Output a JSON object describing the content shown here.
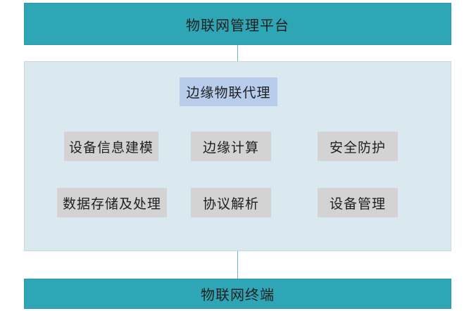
{
  "platform": {
    "label": "物联网管理平台"
  },
  "edge_agent": {
    "title": "边缘物联代理",
    "modules": [
      {
        "label": "设备信息建模"
      },
      {
        "label": "边缘计算"
      },
      {
        "label": "安全防护"
      },
      {
        "label": "数据存储及处理"
      },
      {
        "label": "协议解析"
      },
      {
        "label": "设备管理"
      }
    ]
  },
  "terminal": {
    "label": "物联网终端"
  },
  "colors": {
    "bar_fill": "#2fa6b5",
    "panel_fill": "#dae8ef",
    "agent_title_fill": "#b7cdeb",
    "module_fill": "#d3d3d3",
    "connector": "#6cb5c8"
  }
}
